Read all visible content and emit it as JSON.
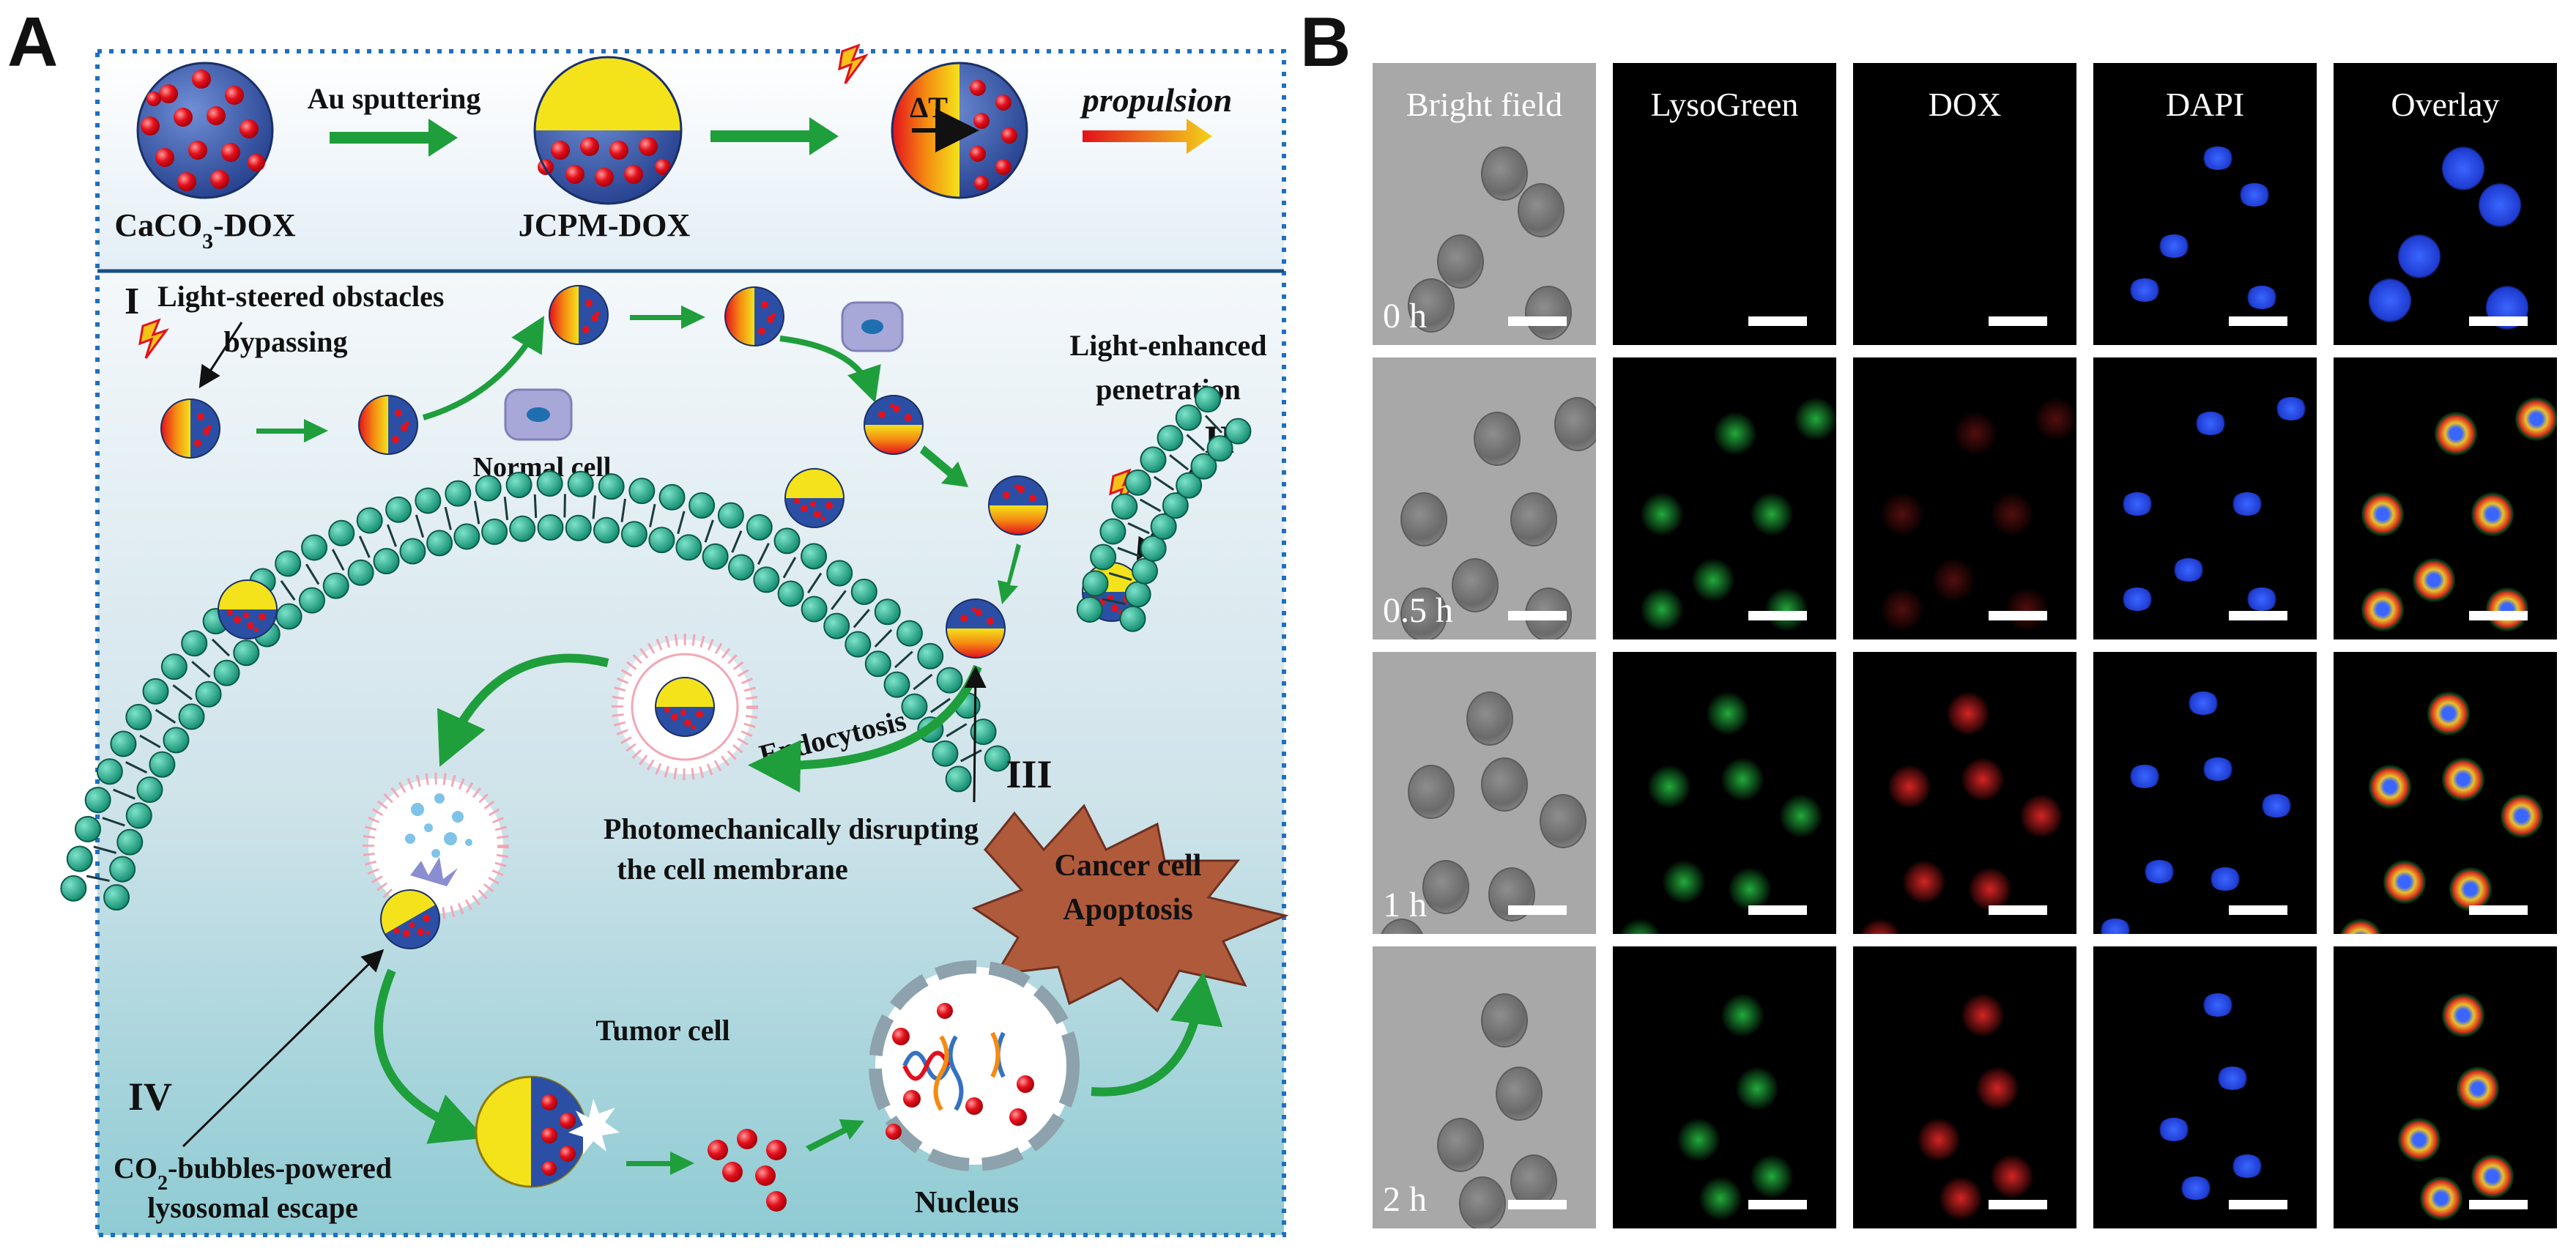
{
  "panel_labels": {
    "a": "A",
    "b": "B"
  },
  "schematic": {
    "top_row": {
      "particle_1": {
        "name": "CaCO",
        "sub": "3",
        "suffix": "-DOX"
      },
      "arrow_1_label": "Au sputtering",
      "particle_2": "JCPM-DOX",
      "delta_t": "ΔT",
      "propulsion": "propulsion"
    },
    "step_I": {
      "numeral": "I",
      "line1": "Light-steered  obstacles",
      "line2": "bypassing"
    },
    "normal_cell": "Normal cell",
    "step_II": {
      "numeral": "II",
      "line1": "Light-enhanced",
      "line2": "penetration"
    },
    "endocytosis": "Endocytosis",
    "step_III": {
      "numeral": "III",
      "line1": "Photomechanically disrupting",
      "line2": "the cell membrane"
    },
    "apoptosis": {
      "line1": "Cancer cell",
      "line2": "Apoptosis"
    },
    "tumor_cell": "Tumor cell",
    "step_IV": {
      "numeral": "IV",
      "line1_pre": "CO",
      "line1_sub": "2",
      "line1_post": "-bubbles-powered",
      "line2": "lysosomal escape"
    },
    "nucleus": "Nucleus",
    "colors": {
      "frame": "#1f6fc0",
      "arrow_green": "#1f9e3c",
      "au_yellow": "#f4e31a",
      "core_blue": "#2b4fa5",
      "drug_red": "#e3101c",
      "bead_teal": "#17a588"
    }
  },
  "microscopy": {
    "columns": [
      "Bright field",
      "LysoGreen",
      "DOX",
      "DAPI",
      "Overlay"
    ],
    "rows": [
      {
        "time": "0 h"
      },
      {
        "time": "0.5 h"
      },
      {
        "time": "1 h"
      },
      {
        "time": "2 h"
      }
    ]
  }
}
